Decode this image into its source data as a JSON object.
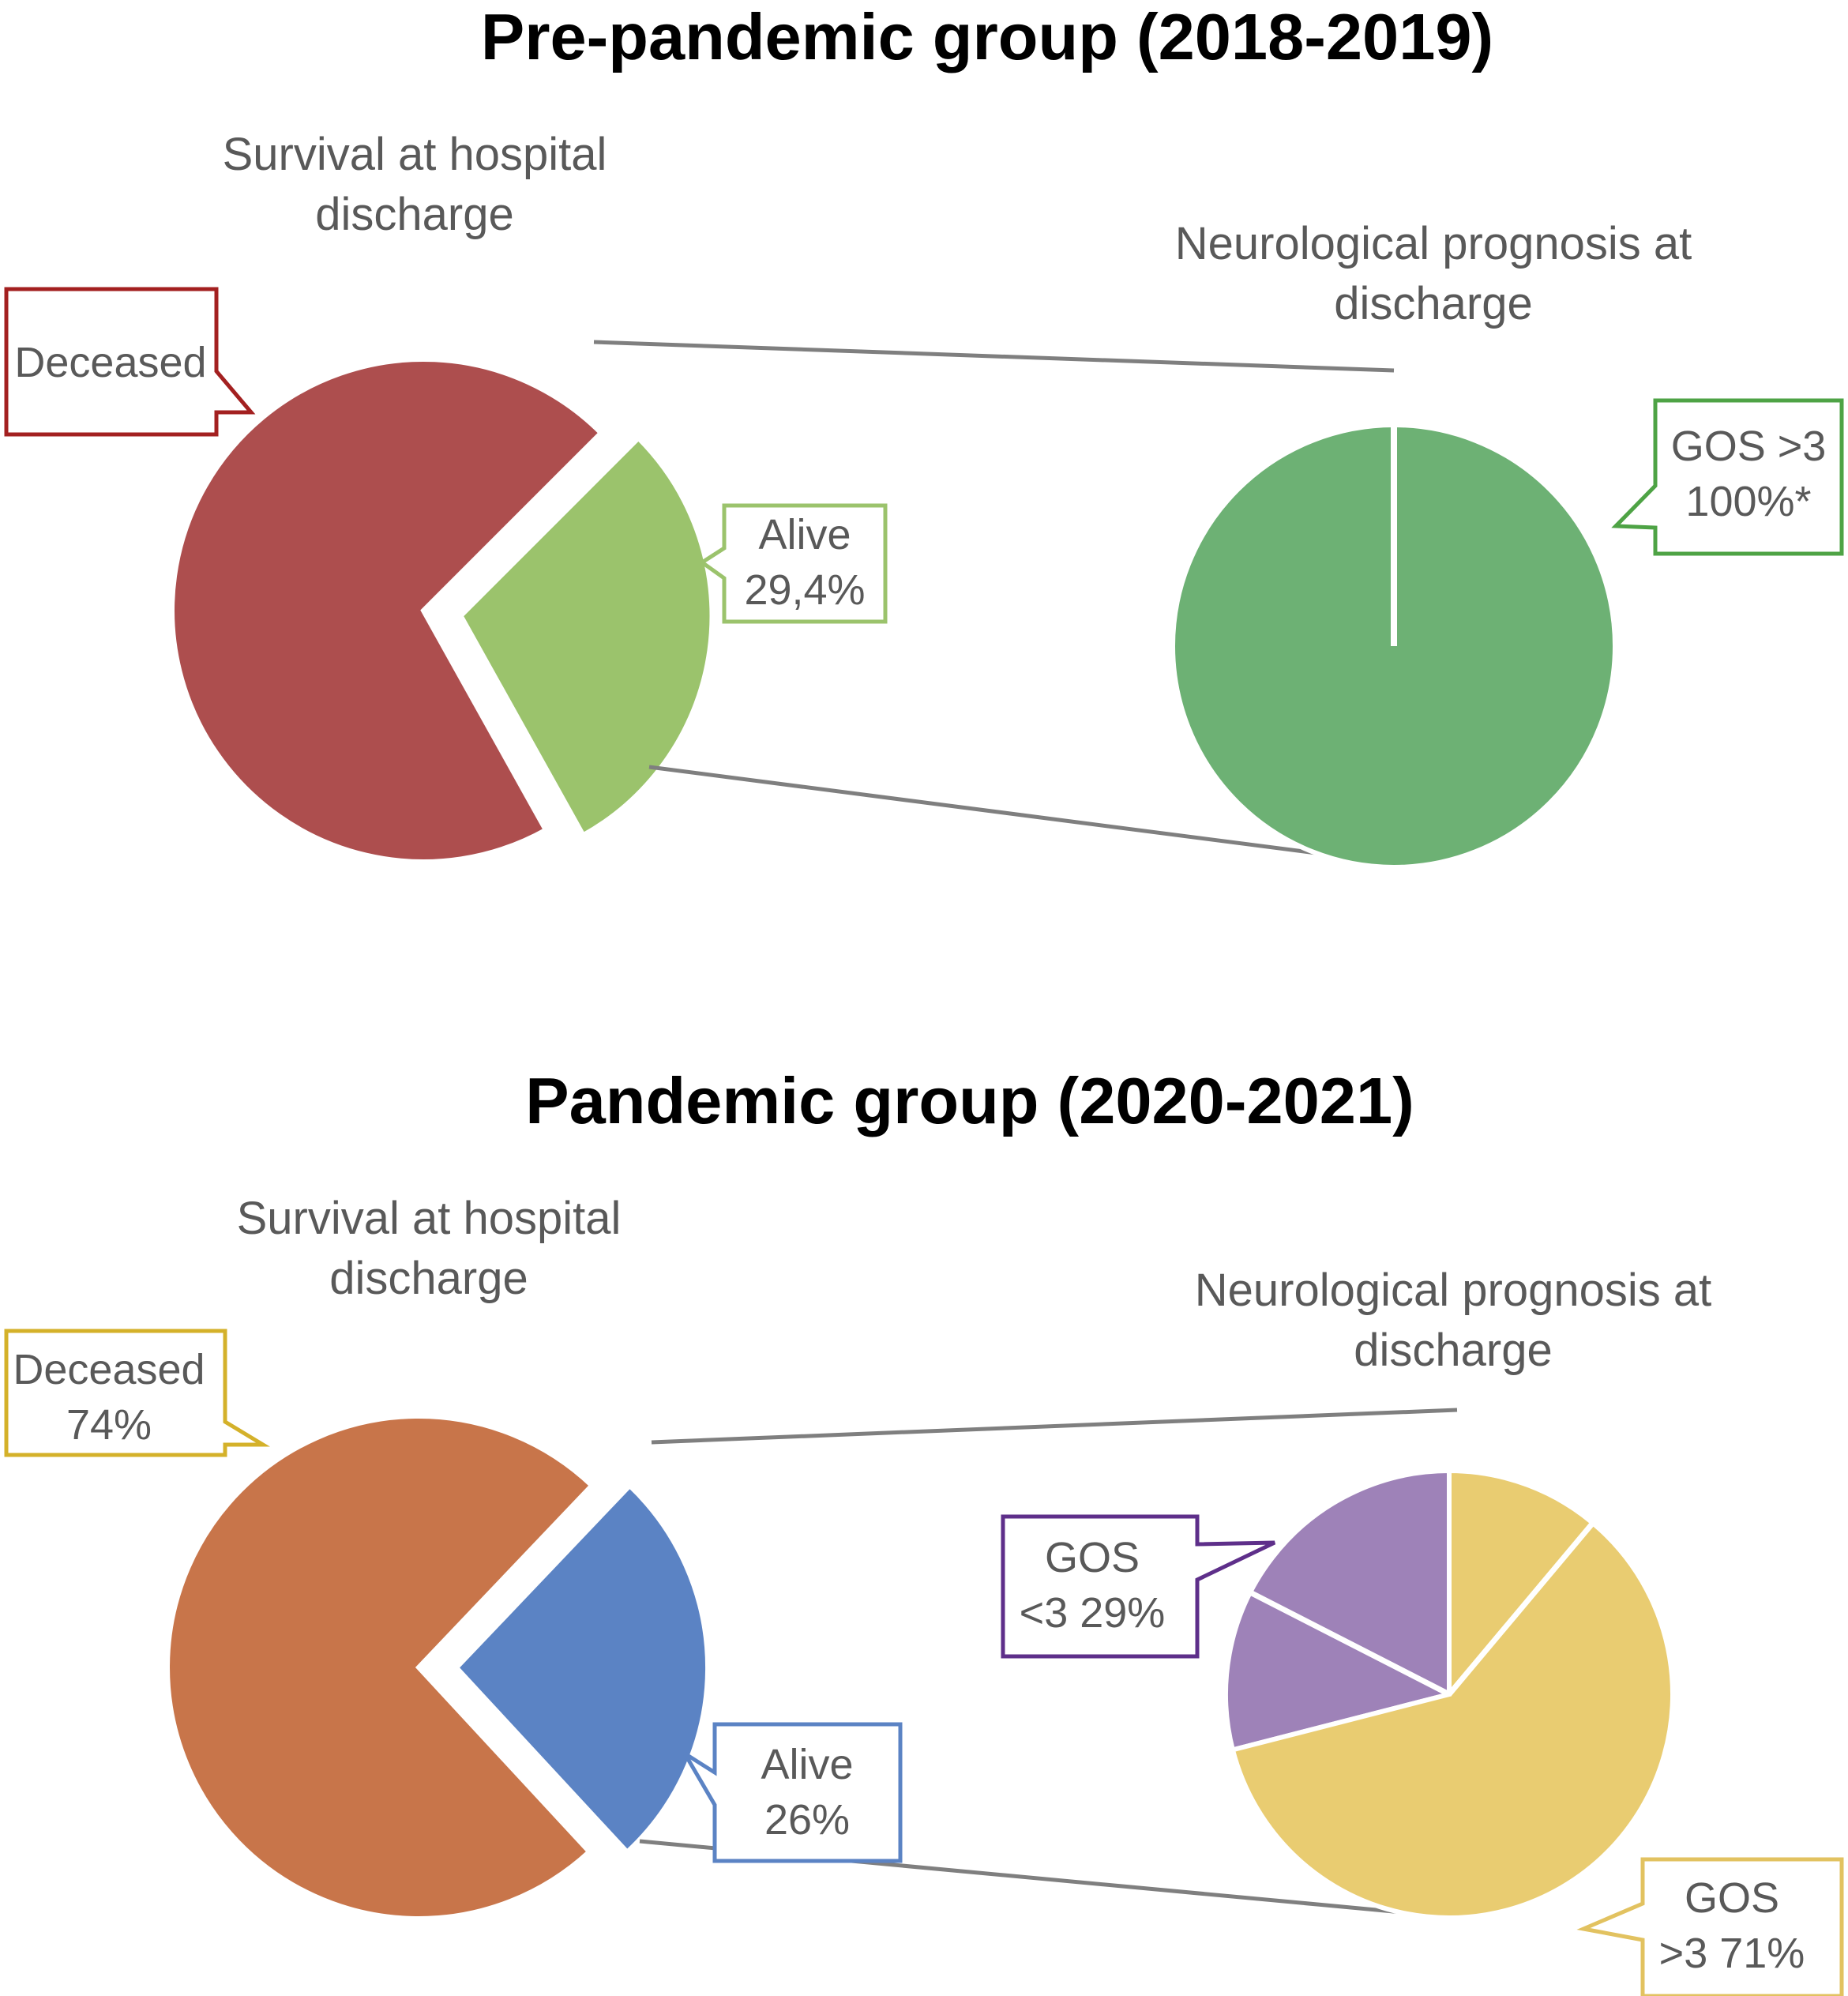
{
  "figure": {
    "panels": [
      {
        "title": "Pre-pandemic group (2018-2019)"
      },
      {
        "title": "Pandemic group (2020-2021)"
      }
    ]
  },
  "chart_data": [
    {
      "type": "pie",
      "group": "Pre-pandemic group (2018-2019)",
      "title": [
        "Survival at hospital",
        "discharge"
      ],
      "slices": [
        {
          "label": "Deceased",
          "value": 70.6,
          "color": "#ad4e4e",
          "callout": [
            "Deceased"
          ],
          "border": "#a32020"
        },
        {
          "label": "Alive",
          "value": 29.4,
          "color": "#9bc36c",
          "callout": [
            "Alive",
            "29,4%"
          ],
          "border": "#9bc36c",
          "exploded": true
        }
      ]
    },
    {
      "type": "pie",
      "group": "Pre-pandemic group (2018-2019)",
      "title": [
        "Neurological prognosis at",
        "discharge"
      ],
      "slices": [
        {
          "label": "GOS >3",
          "value": 100,
          "color": "#6db174",
          "callout": [
            "GOS >3",
            "100%*"
          ],
          "border": "#4ea345"
        }
      ]
    },
    {
      "type": "pie",
      "group": "Pandemic group (2020-2021)",
      "title": [
        "Survival at hospital",
        "discharge"
      ],
      "slices": [
        {
          "label": "Deceased",
          "value": 74,
          "color": "#c8754a",
          "callout": [
            "Deceased",
            "74%"
          ],
          "border": "#d4b12a"
        },
        {
          "label": "Alive",
          "value": 26,
          "color": "#5b83c4",
          "callout": [
            "Alive",
            "26%"
          ],
          "border": "#5b83c4",
          "exploded": true
        }
      ]
    },
    {
      "type": "pie",
      "group": "Pandemic group (2020-2021)",
      "title": [
        "Neurological prognosis at",
        "discharge"
      ],
      "slices": [
        {
          "label": "GOS <3",
          "value": 29,
          "color": "#9e82b8",
          "callout": [
            "GOS",
            "<3 29%"
          ],
          "border": "#5e2f8a"
        },
        {
          "label": "GOS >3",
          "value": 71,
          "color": "#e9cc71",
          "callout": [
            "GOS",
            ">3 71%"
          ],
          "border": "#e2c260"
        }
      ]
    }
  ]
}
